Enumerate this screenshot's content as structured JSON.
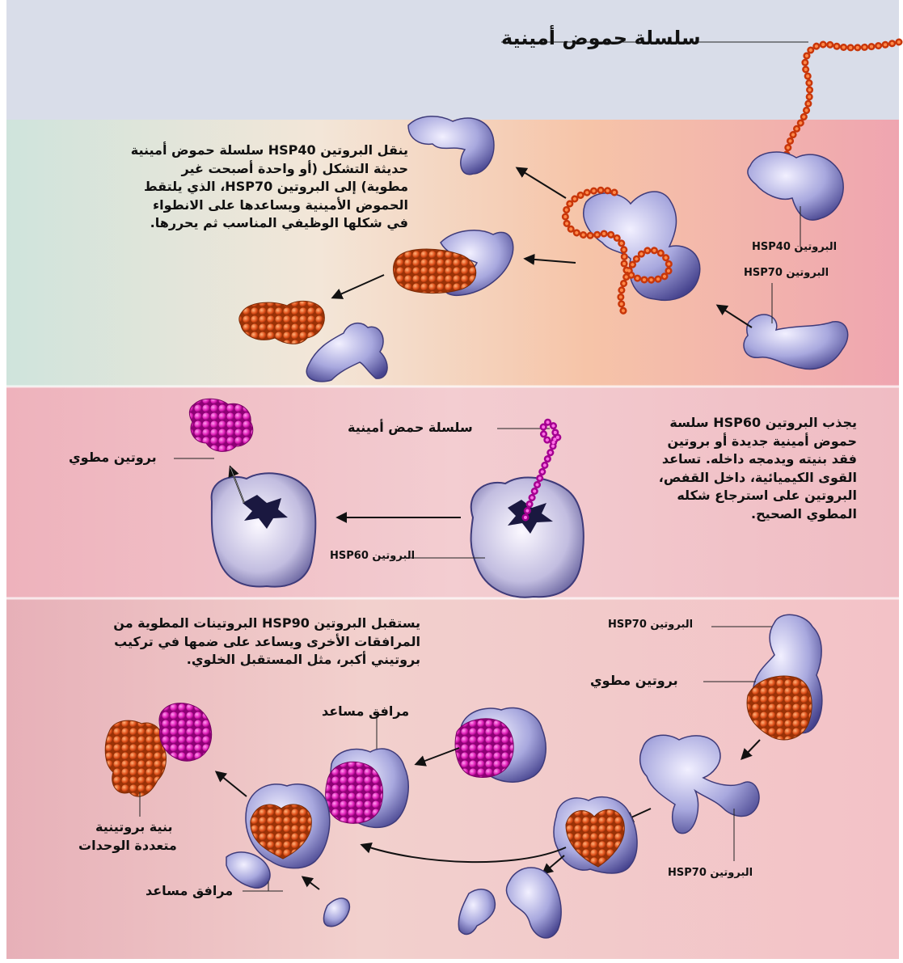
{
  "title_label": "سلسلة حموض أمينية",
  "panel1": {
    "hsp40_label": "البروتين HSP40",
    "hsp70_label": "البروتين HSP70",
    "text_lines": [
      "ينقل البروتين HSP40 سلسلة حموض أمينية",
      "حديثة التشكل (أو واحدة أصبحت غير",
      "مطوية) إلى البروتين HSP70، الذي يلتقط",
      "الحموض الأمينية ويساعدها على الانطواء",
      "في شكلها الوظيفي المناسب ثم يحررها."
    ]
  },
  "panel2": {
    "chain_label": "سلسلة حمض أمينية",
    "folded_label": "بروتين مطوي",
    "hsp60_label": "البروتين HSP60",
    "text_lines": [
      "يجذب البروتين HSP60 سلسة",
      "حموض أمينية جديدة أو بروتين",
      "فقد بنيته ويدمجه داخله. تساعد",
      "القوى الكيميائية، داخل القفص،",
      "البروتين على استرجاع شكله",
      "المطوي الصحيح."
    ]
  },
  "panel3": {
    "text_lines": [
      "يستقبل البروتين HSP90 البروتينات المطوية من",
      "المرافقات الأخرى ويساعد على ضمها في تركيب",
      "بروتيني أكبر، مثل المستقبل الخلوي."
    ],
    "hsp70_top_label": "البروتين HSP70",
    "folded_label": "بروتين مطوي",
    "cofactor_top_label": "مرافق مساعد",
    "multi_label_1": "بنية بروتينية",
    "multi_label_2": "متعددة الوحدات",
    "cofactor_bottom_label": "مرافق مساعد",
    "hsp70_bottom_label": "البروتين HSP70"
  }
}
